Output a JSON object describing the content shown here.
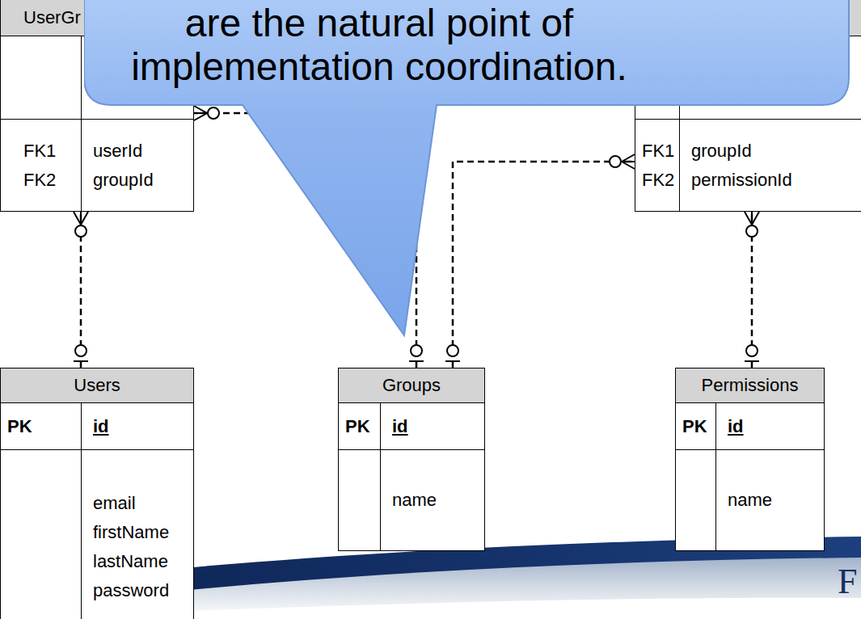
{
  "diagram": {
    "nodes": [
      {
        "text": [
          "are the natural point of implementation coordination."
        ]
      },
      {
        "text": [
          "UserGr",
          "FK1 FK2",
          "userId groupId"
        ]
      },
      {
        "text": [
          "FK1 FK2",
          "groupId permissionId"
        ]
      },
      {
        "text": [
          "Users",
          "PK",
          "id",
          "email firstName lastName password"
        ]
      },
      {
        "text": [
          "Groups",
          "PK",
          "id",
          "name"
        ]
      },
      {
        "text": [
          "Permissions",
          "PK",
          "id",
          "name"
        ]
      }
    ],
    "edges": [
      {
        "from": 3,
        "to": 1,
        "arrow": "both"
      },
      {
        "from": 4,
        "to": 1,
        "arrow": "both"
      },
      {
        "from": 4,
        "to": 2,
        "arrow": "both"
      },
      {
        "from": 5,
        "to": 2,
        "arrow": "both"
      }
    ],
    "labels": [
      "F"
    ]
  }
}
